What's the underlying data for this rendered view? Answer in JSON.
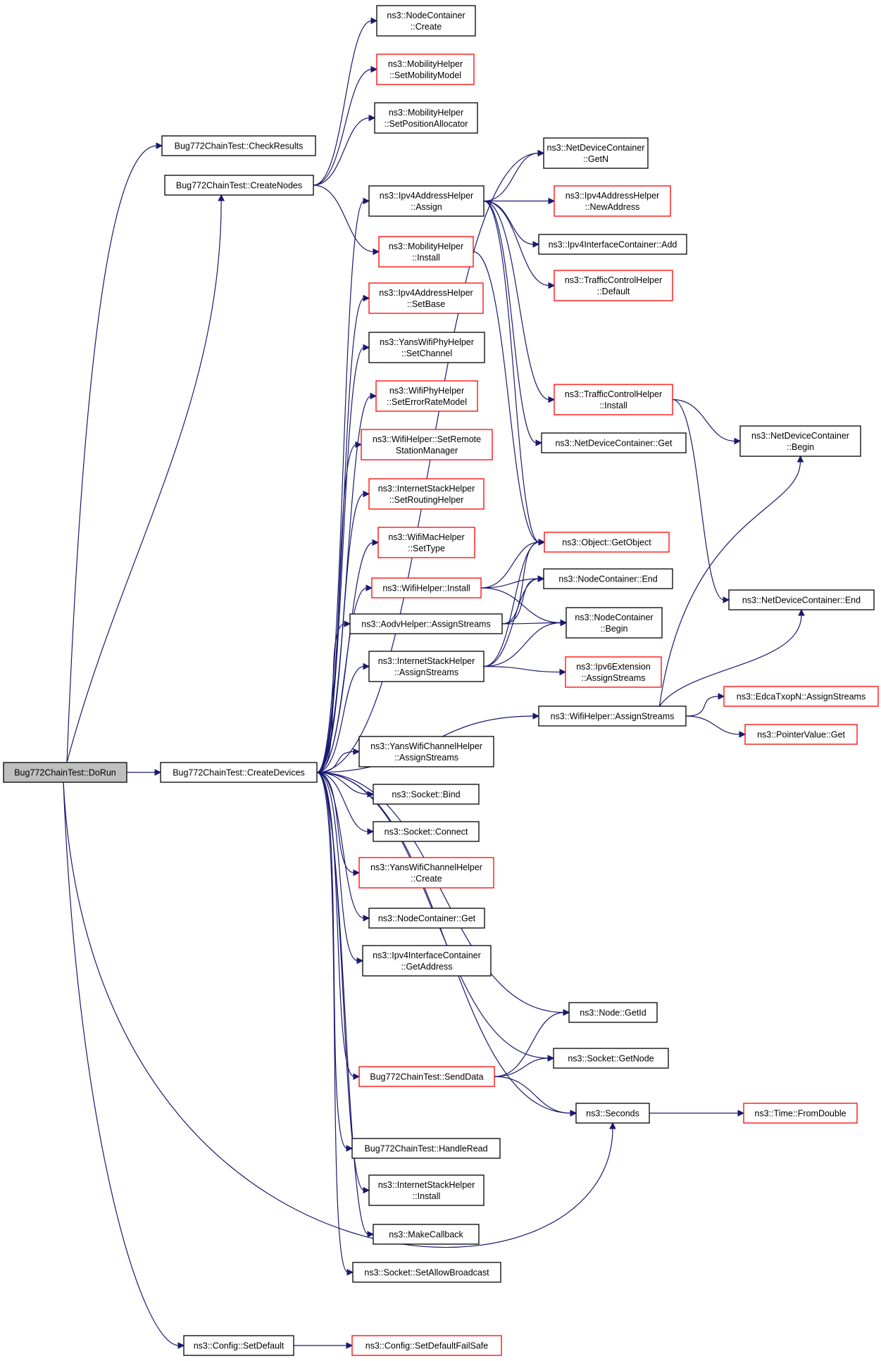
{
  "colors": {
    "edge": "#191970",
    "border_normal": "#000000",
    "border_truncated": "#ff0000",
    "fill_root": "#bfbfbf",
    "fill_normal": "#ffffff"
  },
  "nodes": {
    "dorun": {
      "label": [
        "Bug772ChainTest::DoRun"
      ],
      "style": "root"
    },
    "checkresults": {
      "label": [
        "Bug772ChainTest::CheckResults"
      ],
      "style": "normal"
    },
    "createnodes": {
      "label": [
        "Bug772ChainTest::CreateNodes"
      ],
      "style": "normal"
    },
    "createdevices": {
      "label": [
        "Bug772ChainTest::CreateDevices"
      ],
      "style": "normal"
    },
    "configsetdefault": {
      "label": [
        "ns3::Config::SetDefault"
      ],
      "style": "normal"
    },
    "configsetdefaultfailsafe": {
      "label": [
        "ns3::Config::SetDefaultFailSafe"
      ],
      "style": "truncated"
    },
    "nccreate": {
      "label": [
        "ns3::NodeContainer",
        "::Create"
      ],
      "style": "normal"
    },
    "mhsetmobilitymodel": {
      "label": [
        "ns3::MobilityHelper",
        "::SetMobilityModel"
      ],
      "style": "truncated"
    },
    "mhsetpositionallocator": {
      "label": [
        "ns3::MobilityHelper",
        "::SetPositionAllocator"
      ],
      "style": "normal"
    },
    "mhinstall": {
      "label": [
        "ns3::MobilityHelper",
        "::Install"
      ],
      "style": "truncated"
    },
    "ipv4assign": {
      "label": [
        "ns3::Ipv4AddressHelper",
        "::Assign"
      ],
      "style": "normal"
    },
    "ipv4setbase": {
      "label": [
        "ns3::Ipv4AddressHelper",
        "::SetBase"
      ],
      "style": "truncated"
    },
    "yanssetchannel": {
      "label": [
        "ns3::YansWifiPhyHelper",
        "::SetChannel"
      ],
      "style": "normal"
    },
    "wifiphyseterror": {
      "label": [
        "ns3::WifiPhyHelper",
        "::SetErrorRateModel"
      ],
      "style": "truncated"
    },
    "wifisetremote": {
      "label": [
        "ns3::WifiHelper::SetRemote",
        "StationManager"
      ],
      "style": "truncated"
    },
    "inetsetrouting": {
      "label": [
        "ns3::InternetStackHelper",
        "::SetRoutingHelper"
      ],
      "style": "truncated"
    },
    "wifimacsettype": {
      "label": [
        "ns3::WifiMacHelper",
        "::SetType"
      ],
      "style": "truncated"
    },
    "wifiinstall": {
      "label": [
        "ns3::WifiHelper::Install"
      ],
      "style": "truncated"
    },
    "aodvassign": {
      "label": [
        "ns3::AodvHelper::AssignStreams"
      ],
      "style": "normal"
    },
    "inetassign": {
      "label": [
        "ns3::InternetStackHelper",
        "::AssignStreams"
      ],
      "style": "normal"
    },
    "wifiassign": {
      "label": [
        "ns3::WifiHelper::AssignStreams"
      ],
      "style": "normal"
    },
    "yanschassign": {
      "label": [
        "ns3::YansWifiChannelHelper",
        "::AssignStreams"
      ],
      "style": "normal"
    },
    "socketbind": {
      "label": [
        "ns3::Socket::Bind"
      ],
      "style": "normal"
    },
    "socketconnect": {
      "label": [
        "ns3::Socket::Connect"
      ],
      "style": "normal"
    },
    "yanschcreate": {
      "label": [
        "ns3::YansWifiChannelHelper",
        "::Create"
      ],
      "style": "truncated"
    },
    "ncget": {
      "label": [
        "ns3::NodeContainer::Get"
      ],
      "style": "normal"
    },
    "ipv4icgetaddress": {
      "label": [
        "ns3::Ipv4InterfaceContainer",
        "::GetAddress"
      ],
      "style": "normal"
    },
    "senddata": {
      "label": [
        "Bug772ChainTest::SendData"
      ],
      "style": "truncated"
    },
    "handleread": {
      "label": [
        "Bug772ChainTest::HandleRead"
      ],
      "style": "normal"
    },
    "inetinstall": {
      "label": [
        "ns3::InternetStackHelper",
        "::Install"
      ],
      "style": "normal"
    },
    "makecallback": {
      "label": [
        "ns3::MakeCallback"
      ],
      "style": "normal"
    },
    "socketsetallowbroadcast": {
      "label": [
        "ns3::Socket::SetAllowBroadcast"
      ],
      "style": "normal"
    },
    "ndcgetn": {
      "label": [
        "ns3::NetDeviceContainer",
        "::GetN"
      ],
      "style": "normal"
    },
    "ipv4newaddress": {
      "label": [
        "ns3::Ipv4AddressHelper",
        "::NewAddress"
      ],
      "style": "truncated"
    },
    "ipv4icadd": {
      "label": [
        "ns3::Ipv4InterfaceContainer::Add"
      ],
      "style": "normal"
    },
    "tchdefault": {
      "label": [
        "ns3::TrafficControlHelper",
        "::Default"
      ],
      "style": "truncated"
    },
    "tchinstall": {
      "label": [
        "ns3::TrafficControlHelper",
        "::Install"
      ],
      "style": "truncated"
    },
    "ndcget": {
      "label": [
        "ns3::NetDeviceContainer::Get"
      ],
      "style": "normal"
    },
    "objectgetobject": {
      "label": [
        "ns3::Object::GetObject"
      ],
      "style": "truncated"
    },
    "ncend": {
      "label": [
        "ns3::NodeContainer::End"
      ],
      "style": "normal"
    },
    "ncbegin": {
      "label": [
        "ns3::NodeContainer",
        "::Begin"
      ],
      "style": "normal"
    },
    "ipv6extassign": {
      "label": [
        "ns3::Ipv6Extension",
        "::AssignStreams"
      ],
      "style": "truncated"
    },
    "nodegetid": {
      "label": [
        "ns3::Node::GetId"
      ],
      "style": "normal"
    },
    "socketgetnode": {
      "label": [
        "ns3::Socket::GetNode"
      ],
      "style": "normal"
    },
    "seconds": {
      "label": [
        "ns3::Seconds"
      ],
      "style": "normal"
    },
    "ndcbegin": {
      "label": [
        "ns3::NetDeviceContainer",
        "::Begin"
      ],
      "style": "normal"
    },
    "ndcend": {
      "label": [
        "ns3::NetDeviceContainer::End"
      ],
      "style": "normal"
    },
    "edcaassign": {
      "label": [
        "ns3::EdcaTxopN::AssignStreams"
      ],
      "style": "truncated"
    },
    "pointervalueget": {
      "label": [
        "ns3::PointerValue::Get"
      ],
      "style": "truncated"
    },
    "timefromdouble": {
      "label": [
        "ns3::Time::FromDouble"
      ],
      "style": "truncated"
    }
  },
  "edges": [
    [
      "dorun",
      "checkresults"
    ],
    [
      "dorun",
      "createnodes"
    ],
    [
      "dorun",
      "createdevices"
    ],
    [
      "dorun",
      "configsetdefault"
    ],
    [
      "dorun",
      "seconds"
    ],
    [
      "configsetdefault",
      "configsetdefaultfailsafe"
    ],
    [
      "createnodes",
      "nccreate"
    ],
    [
      "createnodes",
      "mhsetmobilitymodel"
    ],
    [
      "createnodes",
      "mhsetpositionallocator"
    ],
    [
      "createnodes",
      "mhinstall"
    ],
    [
      "createdevices",
      "ndcgetn"
    ],
    [
      "createdevices",
      "ipv4assign"
    ],
    [
      "createdevices",
      "ipv4setbase"
    ],
    [
      "createdevices",
      "yanssetchannel"
    ],
    [
      "createdevices",
      "wifiphyseterror"
    ],
    [
      "createdevices",
      "wifisetremote"
    ],
    [
      "createdevices",
      "inetsetrouting"
    ],
    [
      "createdevices",
      "wifimacsettype"
    ],
    [
      "createdevices",
      "wifiinstall"
    ],
    [
      "createdevices",
      "aodvassign"
    ],
    [
      "createdevices",
      "inetassign"
    ],
    [
      "createdevices",
      "wifiassign"
    ],
    [
      "createdevices",
      "yanschassign"
    ],
    [
      "createdevices",
      "socketbind"
    ],
    [
      "createdevices",
      "socketconnect"
    ],
    [
      "createdevices",
      "yanschcreate"
    ],
    [
      "createdevices",
      "ncget"
    ],
    [
      "createdevices",
      "ipv4icgetaddress"
    ],
    [
      "createdevices",
      "nodegetid"
    ],
    [
      "createdevices",
      "socketgetnode"
    ],
    [
      "createdevices",
      "senddata"
    ],
    [
      "createdevices",
      "seconds"
    ],
    [
      "createdevices",
      "handleread"
    ],
    [
      "createdevices",
      "inetinstall"
    ],
    [
      "createdevices",
      "makecallback"
    ],
    [
      "createdevices",
      "socketsetallowbroadcast"
    ],
    [
      "mhinstall",
      "objectgetobject"
    ],
    [
      "ipv4assign",
      "ndcgetn"
    ],
    [
      "ipv4assign",
      "ipv4newaddress"
    ],
    [
      "ipv4assign",
      "ipv4icadd"
    ],
    [
      "ipv4assign",
      "tchdefault"
    ],
    [
      "ipv4assign",
      "tchinstall"
    ],
    [
      "ipv4assign",
      "ndcget"
    ],
    [
      "ipv4assign",
      "objectgetobject"
    ],
    [
      "tchinstall",
      "ndcbegin"
    ],
    [
      "tchinstall",
      "ndcend"
    ],
    [
      "wifiinstall",
      "objectgetobject"
    ],
    [
      "wifiinstall",
      "ncend"
    ],
    [
      "wifiinstall",
      "ncbegin"
    ],
    [
      "aodvassign",
      "objectgetobject"
    ],
    [
      "aodvassign",
      "ncend"
    ],
    [
      "aodvassign",
      "ncbegin"
    ],
    [
      "inetassign",
      "objectgetobject"
    ],
    [
      "inetassign",
      "ncend"
    ],
    [
      "inetassign",
      "ncbegin"
    ],
    [
      "inetassign",
      "ipv6extassign"
    ],
    [
      "wifiassign",
      "ndcbegin"
    ],
    [
      "wifiassign",
      "ndcend"
    ],
    [
      "wifiassign",
      "edcaassign"
    ],
    [
      "wifiassign",
      "pointervalueget"
    ],
    [
      "senddata",
      "nodegetid"
    ],
    [
      "senddata",
      "socketgetnode"
    ],
    [
      "senddata",
      "seconds"
    ],
    [
      "seconds",
      "timefromdouble"
    ]
  ]
}
